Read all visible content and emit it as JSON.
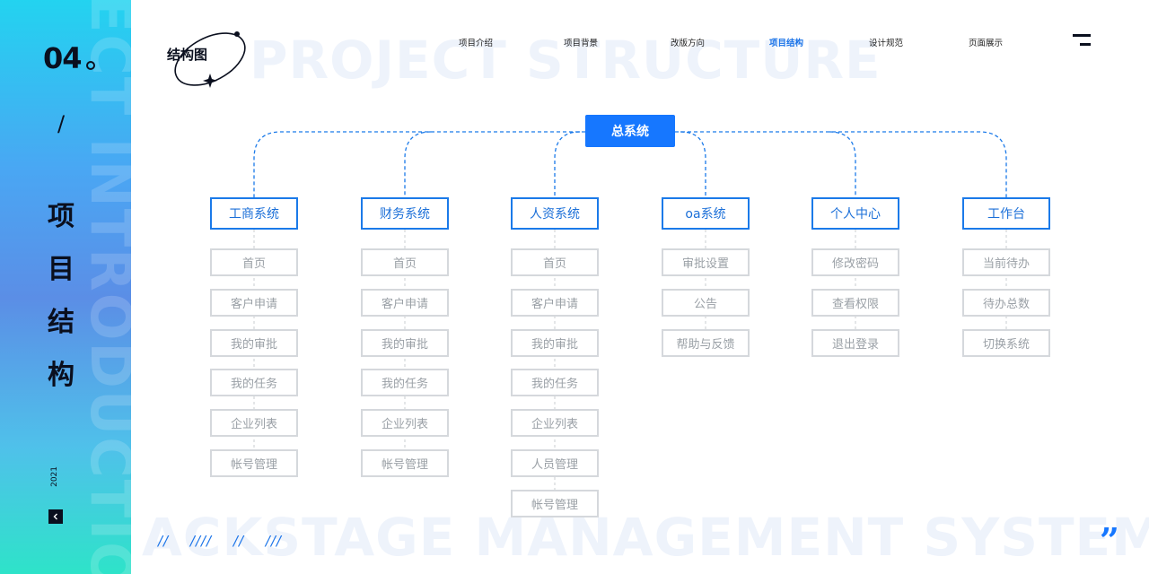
{
  "sidebar": {
    "watermark": "ECT INTRODUCTION",
    "number": "04",
    "slash": "/",
    "title_chars": [
      "项",
      "目",
      "结",
      "构"
    ],
    "year": "2021"
  },
  "header": {
    "logo_text": "结构图",
    "bg_title": "PROJECT STRUCTURE",
    "nav": [
      {
        "label": "项目介绍",
        "active": false
      },
      {
        "label": "项目背景",
        "active": false
      },
      {
        "label": "改版方向",
        "active": false
      },
      {
        "label": "项目结构",
        "active": true
      },
      {
        "label": "设计规范",
        "active": false
      },
      {
        "label": "页面展示",
        "active": false
      }
    ]
  },
  "org": {
    "root": "总系统",
    "columns": [
      {
        "head": "工商系统",
        "items": [
          "首页",
          "客户申请",
          "我的审批",
          "我的任务",
          "企业列表",
          "帐号管理"
        ]
      },
      {
        "head": "财务系统",
        "items": [
          "首页",
          "客户申请",
          "我的审批",
          "我的任务",
          "企业列表",
          "帐号管理"
        ]
      },
      {
        "head": "人资系统",
        "items": [
          "首页",
          "客户申请",
          "我的审批",
          "我的任务",
          "企业列表",
          "人员管理",
          "帐号管理"
        ]
      },
      {
        "head": "oa系统",
        "items": [
          "审批设置",
          "公告",
          "帮助与反馈"
        ]
      },
      {
        "head": "个人中心",
        "items": [
          "修改密码",
          "查看权限",
          "退出登录"
        ]
      },
      {
        "head": "工作台",
        "items": [
          "当前待办",
          "待办总数",
          "切换系统"
        ]
      }
    ]
  },
  "footer": {
    "bg_text": "ACKSTAGE MANAGEMENT SYSTEM",
    "slashes": [
      "//",
      "////",
      "//",
      "///"
    ],
    "quote_mark": "”"
  },
  "colors": {
    "accent": "#1677ff",
    "head_border": "#1b7ae9",
    "child_border": "#d5d8dc",
    "child_text": "#9aa0a6",
    "dark": "#0a0f1e"
  }
}
